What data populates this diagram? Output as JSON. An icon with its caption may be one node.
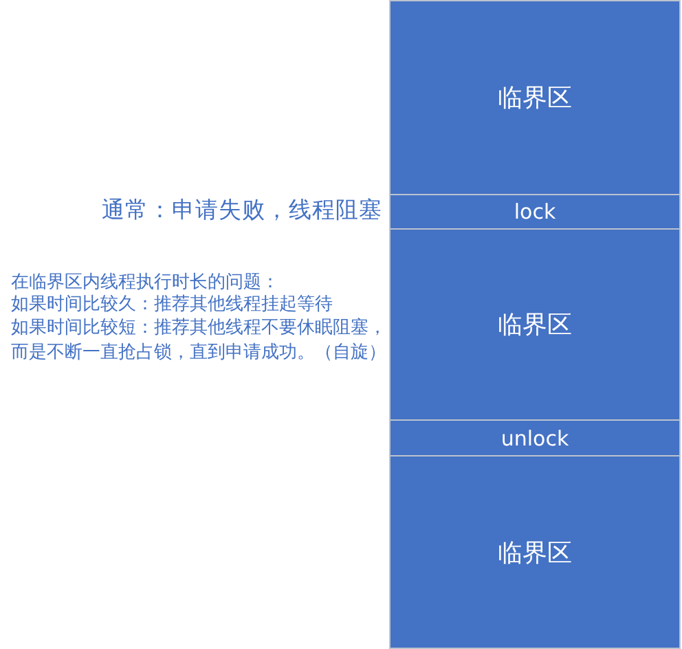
{
  "diagram": {
    "nodes": [
      {
        "text": [
          "临界区"
        ]
      },
      {
        "text": [
          "lock"
        ]
      },
      {
        "text": [
          "临界区"
        ]
      },
      {
        "text": [
          "unlock"
        ]
      },
      {
        "text": [
          "临界区"
        ]
      }
    ],
    "labels": [
      "通常：申请失败，线程阻塞",
      "在临界区内线程执行时长的问题：",
      "如果时间比较久：推荐其他线程挂起等待",
      "如果时间比较短：推荐其他线程不要休眠阻塞，而是不断一直抢占锁，直到申请成功。（自旋）"
    ]
  }
}
